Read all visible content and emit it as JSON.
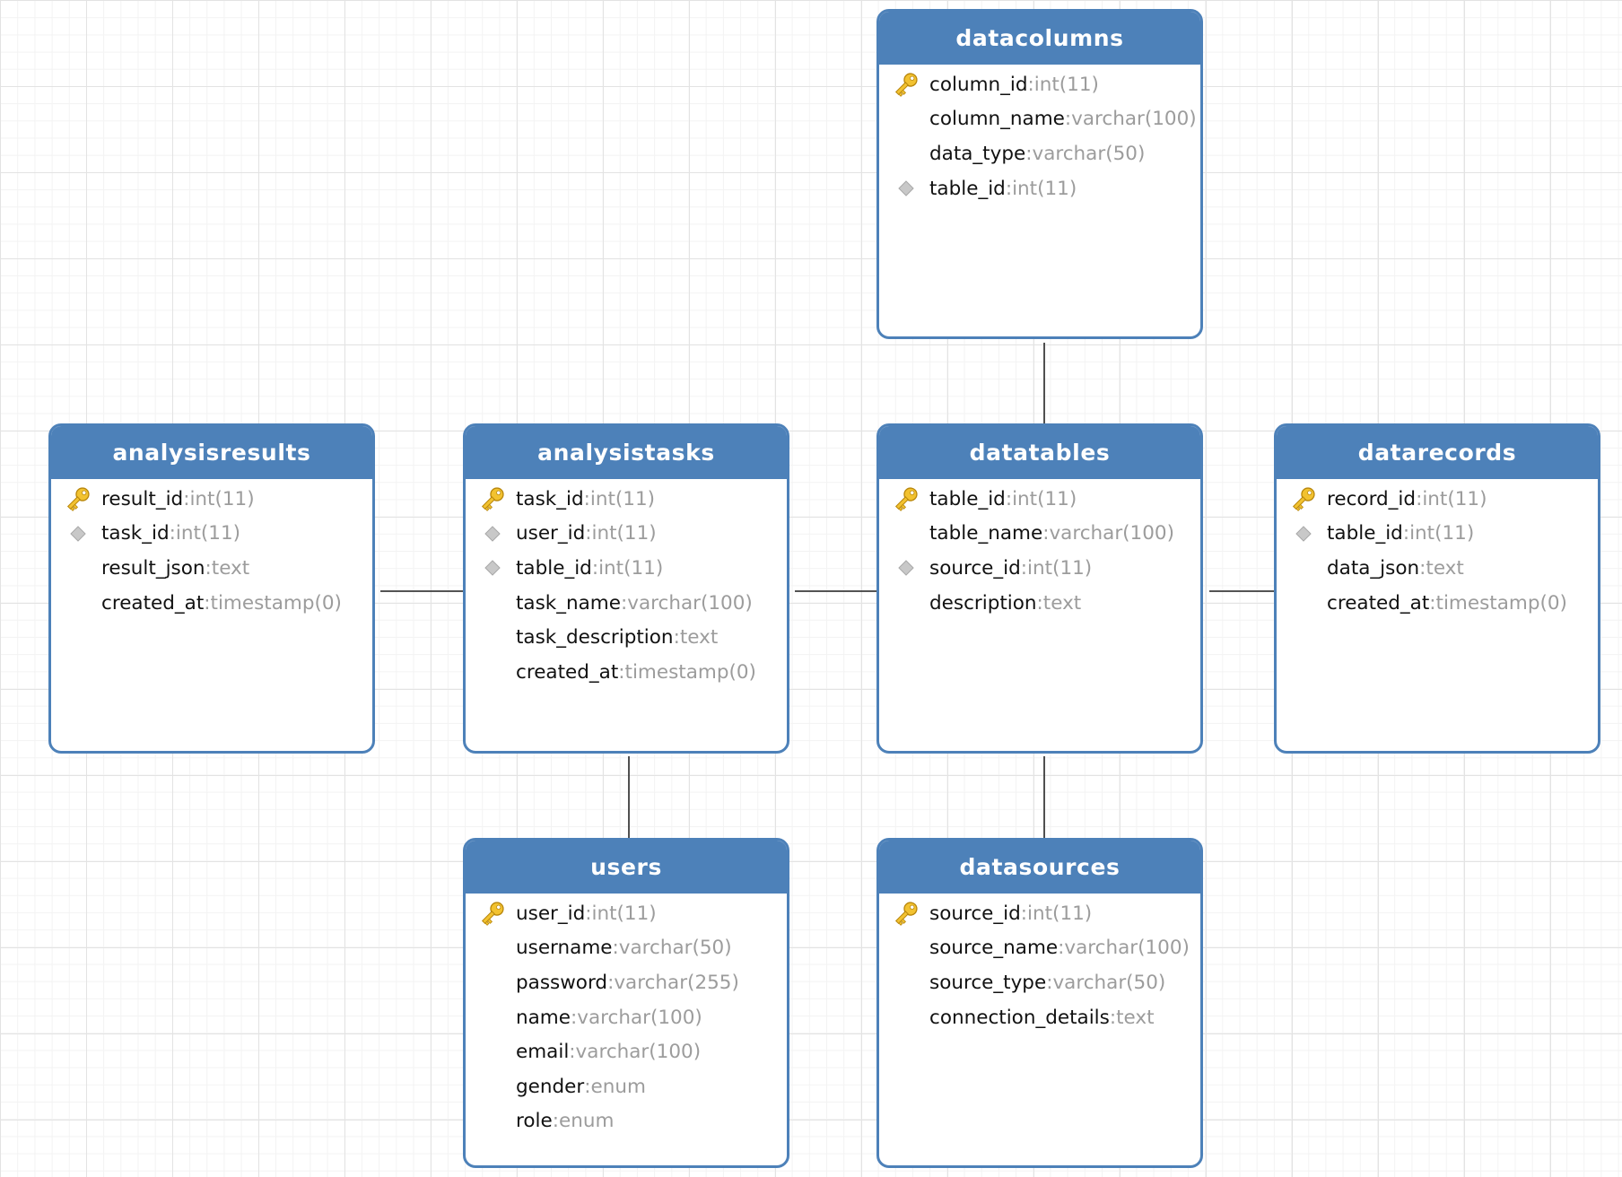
{
  "tables": {
    "datacolumns": {
      "title": "datacolumns",
      "fields": [
        {
          "name": "column_id",
          "type": "int(11)",
          "key": "primary"
        },
        {
          "name": "column_name",
          "type": "varchar(100)",
          "key": "none"
        },
        {
          "name": "data_type",
          "type": "varchar(50)",
          "key": "none"
        },
        {
          "name": "table_id",
          "type": "int(11)",
          "key": "foreign"
        }
      ]
    },
    "analysisresults": {
      "title": "analysisresults",
      "fields": [
        {
          "name": "result_id",
          "type": "int(11)",
          "key": "primary"
        },
        {
          "name": "task_id",
          "type": "int(11)",
          "key": "foreign"
        },
        {
          "name": "result_json",
          "type": "text",
          "key": "none"
        },
        {
          "name": "created_at",
          "type": "timestamp(0)",
          "key": "none"
        }
      ]
    },
    "analysistasks": {
      "title": "analysistasks",
      "fields": [
        {
          "name": "task_id",
          "type": "int(11)",
          "key": "primary"
        },
        {
          "name": "user_id",
          "type": "int(11)",
          "key": "foreign"
        },
        {
          "name": "table_id",
          "type": "int(11)",
          "key": "foreign"
        },
        {
          "name": "task_name",
          "type": "varchar(100)",
          "key": "none"
        },
        {
          "name": "task_description",
          "type": "text",
          "key": "none"
        },
        {
          "name": "created_at",
          "type": "timestamp(0)",
          "key": "none"
        }
      ]
    },
    "datatables": {
      "title": "datatables",
      "fields": [
        {
          "name": "table_id",
          "type": "int(11)",
          "key": "primary"
        },
        {
          "name": "table_name",
          "type": "varchar(100)",
          "key": "none"
        },
        {
          "name": "source_id",
          "type": "int(11)",
          "key": "foreign"
        },
        {
          "name": "description",
          "type": "text",
          "key": "none"
        }
      ]
    },
    "datarecords": {
      "title": "datarecords",
      "fields": [
        {
          "name": "record_id",
          "type": "int(11)",
          "key": "primary"
        },
        {
          "name": "table_id",
          "type": "int(11)",
          "key": "foreign"
        },
        {
          "name": "data_json",
          "type": "text",
          "key": "none"
        },
        {
          "name": "created_at",
          "type": "timestamp(0)",
          "key": "none"
        }
      ]
    },
    "users": {
      "title": "users",
      "fields": [
        {
          "name": "user_id",
          "type": "int(11)",
          "key": "primary"
        },
        {
          "name": "username",
          "type": "varchar(50)",
          "key": "none"
        },
        {
          "name": "password",
          "type": "varchar(255)",
          "key": "none"
        },
        {
          "name": "name",
          "type": "varchar(100)",
          "key": "none"
        },
        {
          "name": "email",
          "type": "varchar(100)",
          "key": "none"
        },
        {
          "name": "gender",
          "type": "enum",
          "key": "none"
        },
        {
          "name": "role",
          "type": "enum",
          "key": "none"
        }
      ]
    },
    "datasources": {
      "title": "datasources",
      "fields": [
        {
          "name": "source_id",
          "type": "int(11)",
          "key": "primary"
        },
        {
          "name": "source_name",
          "type": "varchar(100)",
          "key": "none"
        },
        {
          "name": "source_type",
          "type": "varchar(50)",
          "key": "none"
        },
        {
          "name": "connection_details",
          "type": "text",
          "key": "none"
        }
      ]
    }
  },
  "relations": [
    {
      "from": "datacolumns",
      "to": "datatables"
    },
    {
      "from": "analysisresults",
      "to": "analysistasks"
    },
    {
      "from": "analysistasks",
      "to": "datatables"
    },
    {
      "from": "datatables",
      "to": "datarecords"
    },
    {
      "from": "analysistasks",
      "to": "users"
    },
    {
      "from": "datatables",
      "to": "datasources"
    }
  ],
  "colors": {
    "header": "#4d81b9",
    "border": "#4d81b9",
    "field_name": "#111111",
    "field_type": "#9c9c9c",
    "connector": "#3c3c3c",
    "primary_key_icon": "#f2c230",
    "foreign_key_icon": "#c8c8c8"
  },
  "icons": {
    "primary": "key-icon",
    "foreign": "diamond-icon"
  }
}
